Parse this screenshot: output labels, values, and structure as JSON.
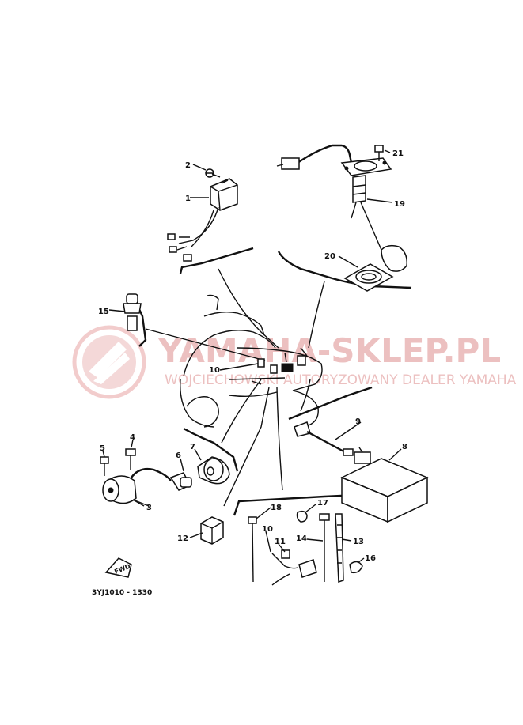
{
  "watermark": {
    "brand": "YAMAHA-SKLEP.PL",
    "tagline": "WOJCIECHOWSKI  AUTORYZOWANY DEALER YAMAHA",
    "color": "#e9b6b6"
  },
  "diagram": {
    "code": "3YJ1010 - 1330",
    "fwd_label": "FWD",
    "callouts": [
      "1",
      "2",
      "3",
      "4",
      "5",
      "6",
      "7",
      "8",
      "9",
      "10",
      "10",
      "11",
      "12",
      "13",
      "14",
      "15",
      "16",
      "17",
      "18",
      "19",
      "20",
      "21"
    ]
  }
}
